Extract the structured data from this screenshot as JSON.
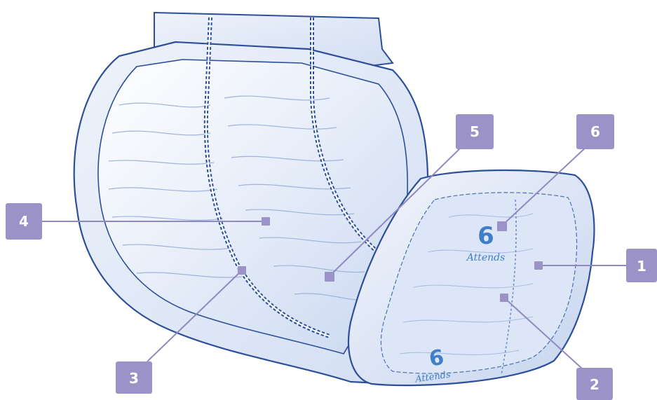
{
  "product": {
    "brand_number": "6",
    "brand_name": "Attends",
    "brand_number_lower": "6",
    "brand_name_lower": "Attends"
  },
  "callouts": [
    {
      "id": "1",
      "label": "1"
    },
    {
      "id": "2",
      "label": "2"
    },
    {
      "id": "3",
      "label": "3"
    },
    {
      "id": "4",
      "label": "4"
    },
    {
      "id": "5",
      "label": "5"
    },
    {
      "id": "6",
      "label": "6"
    }
  ],
  "colors": {
    "callout_fill": "#9b93c8",
    "leader_line": "#8f89c0",
    "pad_outline": "#2d4f9a",
    "pad_fill": "#e3eaf7",
    "pad_highlight": "#ffffff",
    "brand_blue": "#3f7fc8"
  }
}
